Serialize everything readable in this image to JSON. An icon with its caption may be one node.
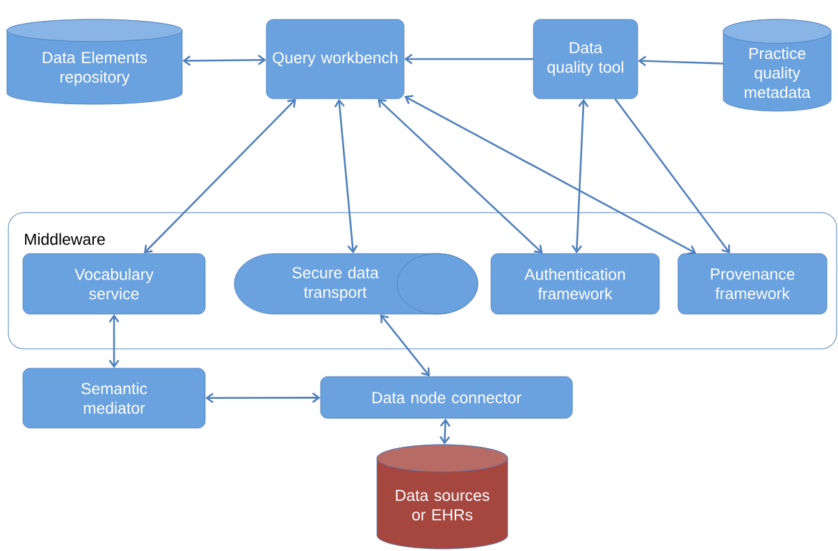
{
  "diagram": {
    "nodes": [
      {
        "text": [
          "Data Elements repository"
        ]
      },
      {
        "text": [
          "Query workbench"
        ]
      },
      {
        "text": [
          "Data quality tool"
        ]
      },
      {
        "text": [
          "Practice quality metadata"
        ]
      },
      {
        "text": [
          "Middleware"
        ]
      },
      {
        "text": [
          "Vocabulary service"
        ],
        "in": 4
      },
      {
        "text": [
          "Secure data transport"
        ],
        "in": 4
      },
      {
        "text": [
          "Authentication framework"
        ],
        "in": 4
      },
      {
        "text": [
          "Provenance framework"
        ],
        "in": 4
      },
      {
        "text": [
          "Semantic mediator"
        ]
      },
      {
        "text": [
          "Data node connector"
        ]
      },
      {
        "text": [
          "Data sources or EHRs"
        ]
      }
    ],
    "edges": [
      {
        "from": 0,
        "to": 1,
        "arrow": "both"
      },
      {
        "from": 2,
        "to": 1,
        "arrow": "to"
      },
      {
        "from": 3,
        "to": 2,
        "arrow": "to"
      },
      {
        "from": 1,
        "to": 5,
        "arrow": "both"
      },
      {
        "from": 1,
        "to": 6,
        "arrow": "both"
      },
      {
        "from": 1,
        "to": 7,
        "arrow": "both"
      },
      {
        "from": 1,
        "to": 8,
        "arrow": "both"
      },
      {
        "from": 2,
        "to": 7,
        "arrow": "both"
      },
      {
        "from": 2,
        "to": 8,
        "arrow": "to"
      },
      {
        "from": 5,
        "to": 9,
        "arrow": "both"
      },
      {
        "from": 9,
        "to": 10,
        "arrow": "both"
      },
      {
        "from": 6,
        "to": 10,
        "arrow": "both"
      },
      {
        "from": 10,
        "to": 11,
        "arrow": "both"
      }
    ]
  }
}
